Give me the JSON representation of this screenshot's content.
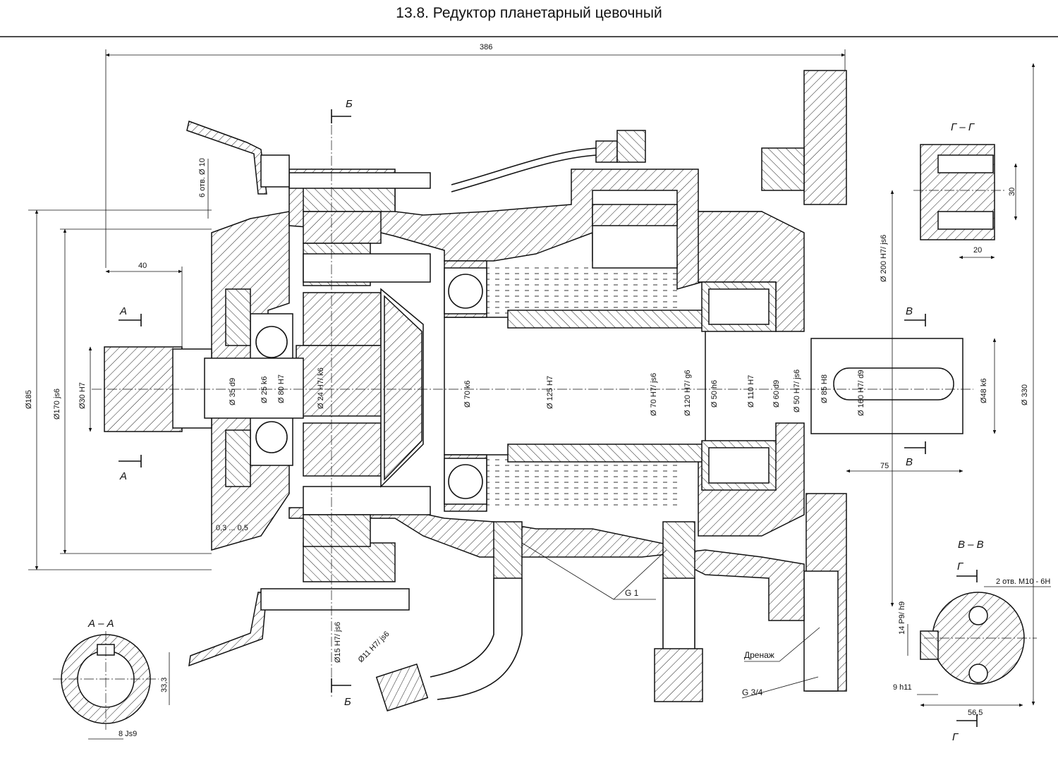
{
  "title": "13.8. Редуктор планетарный цевочный",
  "dimensions": {
    "overall_length": "386",
    "d185": "Ø185",
    "d170": "Ø170 js6",
    "d30": "Ø30 H7",
    "len40": "40",
    "holes": "6 отв. Ø 10",
    "d35": "Ø 35 d9",
    "d25": "Ø 25 k6",
    "d80": "Ø 80 H7",
    "d24": "Ø 24 H7/ k6",
    "gap": "0,3 ... 0,5",
    "d15": "Ø15 H7/ js6",
    "d11": "Ø11 H7/ js6",
    "d70k6": "Ø 70 k6",
    "d125": "Ø 125 H7",
    "d70fit": "Ø 70 H7/ js6",
    "d120": "Ø 120 H7/ g6",
    "d50h6": "Ø 50 h6",
    "d110": "Ø 110 H7",
    "d60": "Ø 60 d9",
    "d50fit": "Ø 50 H7/ js6",
    "d85": "Ø 85 H8",
    "d160": "Ø 160 H7/ d9",
    "d48": "Ø48 k6",
    "d330": "Ø 330",
    "d200": "Ø 200 H7/ js6",
    "len75": "75"
  },
  "sections": {
    "a_arrow": "А",
    "b_arrow": "Б",
    "v_arrow": "В",
    "g_arrow": "Г",
    "aa": "А – А",
    "gg": "Г – Г",
    "vv": "В – В"
  },
  "section_dims": {
    "aa_h": "33,3",
    "aa_w": "8 Js9",
    "gg_v": "30",
    "gg_h": "20",
    "vv_holes": "2 отв. M10 - 6H",
    "vv_key": "14 P9/ h9",
    "vv_9": "9 h11",
    "vv_565": "56,5"
  },
  "callouts": {
    "g1": "G 1",
    "drain": "Дренаж",
    "g34": "G 3/4"
  }
}
